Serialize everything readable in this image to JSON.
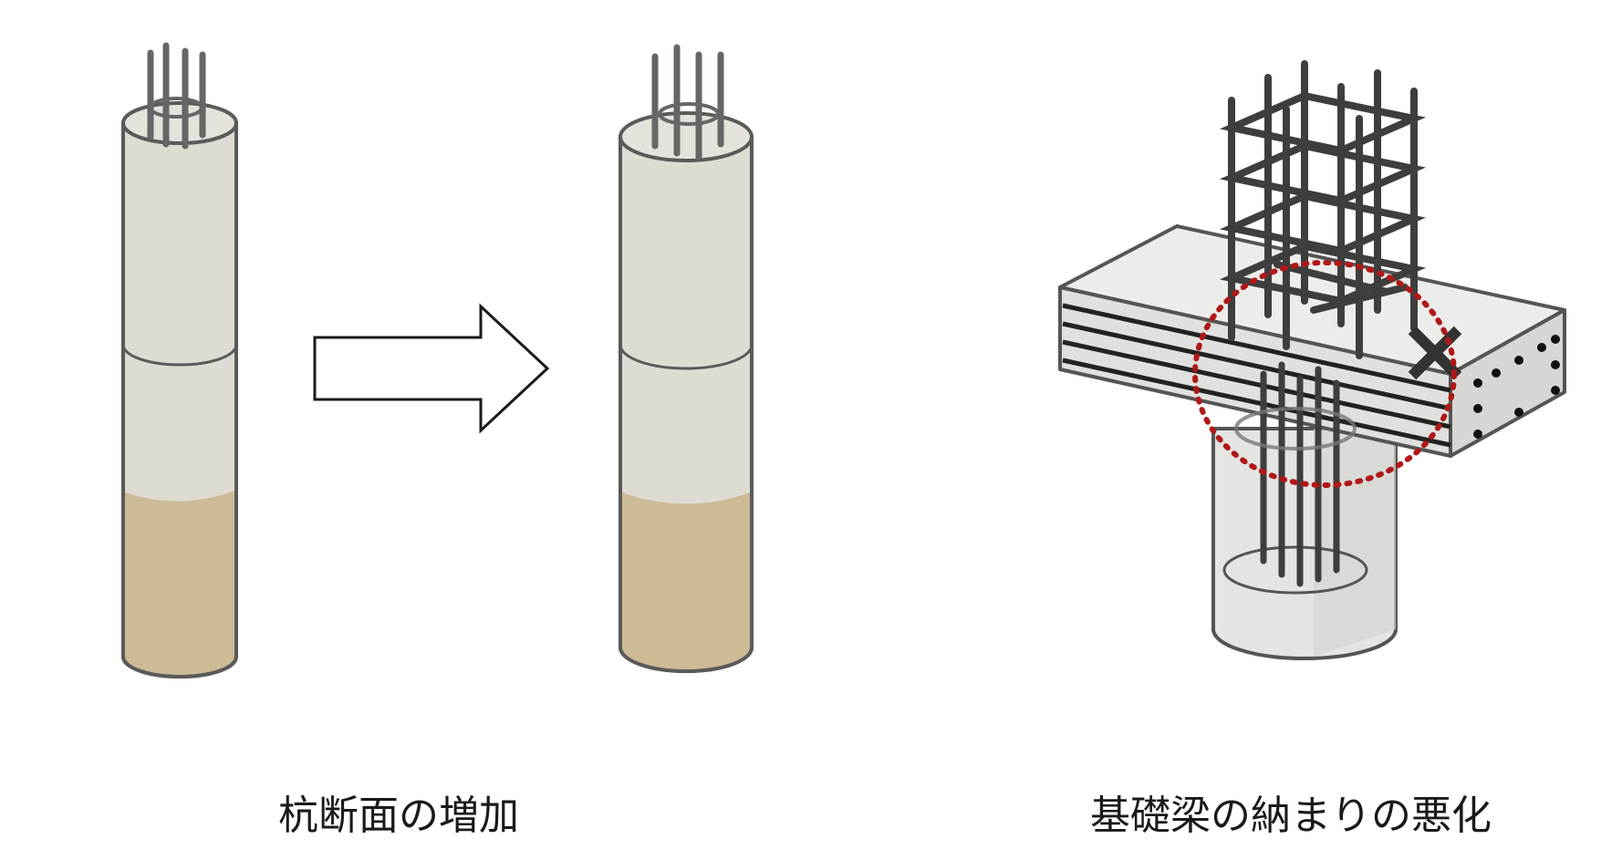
{
  "captions": {
    "left": "杭断面の増加",
    "right": "基礎梁の納まりの悪化"
  },
  "colors": {
    "concrete_light": "#e4e2db",
    "concrete_mid": "#d6d2c7",
    "soil": "#cdbb96",
    "rebar": "#4a4a4a",
    "outline": "#5a5a5a",
    "highlight_circle": "#b01818",
    "beam_top": "#e8e8e6",
    "beam_side": "#d8d8d6"
  },
  "icons": {
    "arrow": "right-arrow-outline",
    "cross": "x-mark-icon"
  }
}
